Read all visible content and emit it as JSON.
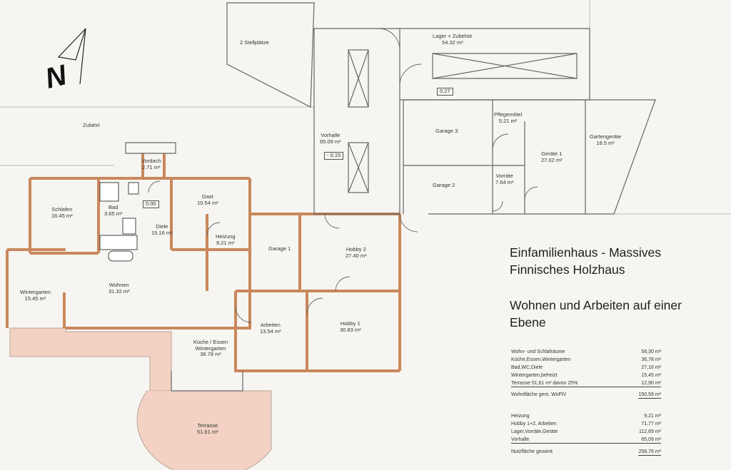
{
  "title_lines": [
    "Einfamilienhaus - Massives",
    "Finnisches Holzhaus",
    "Wohnen und Arbeiten auf einer",
    "Ebene"
  ],
  "north_label": "N",
  "drive_label": "Zufahrt",
  "rooms": [
    {
      "key": "stellplatze",
      "name": "2 Stellplätze",
      "area": ""
    },
    {
      "key": "lager",
      "name": "Lager + Zubehör",
      "area": "54.32 m²"
    },
    {
      "key": "vorhalle",
      "name": "Vorhalle",
      "area": "65.09 m²"
    },
    {
      "key": "garage3",
      "name": "Garage 3",
      "area": ""
    },
    {
      "key": "pflegemittel",
      "name": "Pflegemittel",
      "area": "5.21 m²"
    },
    {
      "key": "gartengerate",
      "name": "Gartengeräte",
      "area": "18.5 m²"
    },
    {
      "key": "gerate1",
      "name": "Geräte 1",
      "area": "27.02 m²"
    },
    {
      "key": "vorrate",
      "name": "Vorräte",
      "area": "7.64 m²"
    },
    {
      "key": "garage2",
      "name": "Garage 2",
      "area": ""
    },
    {
      "key": "vordach",
      "name": "Vordach",
      "area": "2.71 m²"
    },
    {
      "key": "schlafen",
      "name": "Schlafen",
      "area": "16.45 m²"
    },
    {
      "key": "bad",
      "name": "Bad",
      "area": "3.65 m²"
    },
    {
      "key": "gast",
      "name": "Gast",
      "area": "10.54 m²"
    },
    {
      "key": "diele",
      "name": "Diele",
      "area": "15.16 m²"
    },
    {
      "key": "heizung",
      "name": "Heizung",
      "area": "9.21 m²"
    },
    {
      "key": "garage1",
      "name": "Garage 1",
      "area": ""
    },
    {
      "key": "hobby2",
      "name": "Hobby 2",
      "area": "27.40 m²"
    },
    {
      "key": "wintergarten",
      "name": "Wintergarten",
      "area": "15.45 m²"
    },
    {
      "key": "wohnen",
      "name": "Wohnen",
      "area": "31.32 m²"
    },
    {
      "key": "arbeiten",
      "name": "Arbeiten",
      "area": "13.54 m²"
    },
    {
      "key": "hobby1",
      "name": "Hobby 1",
      "area": "30.83 m²"
    },
    {
      "key": "kuche",
      "name": "Küche / Essen Wintergarten",
      "area": "36.78 m²"
    },
    {
      "key": "terrasse",
      "name": "Terrasse",
      "area": "51.61 m²"
    }
  ],
  "level_marks": [
    "0.27",
    "- 0.15",
    "0.00"
  ],
  "summary_living": [
    {
      "label": "Wohn- und Schlafräume",
      "value": "58,30 m²"
    },
    {
      "label": "Küche,Essen,Wintergarten",
      "value": "36,78 m²"
    },
    {
      "label": "Bad,WC,Diele",
      "value": "27,16 m²"
    },
    {
      "label": "Wintergarten,beheizt",
      "value": "15,45 m²"
    },
    {
      "label": "Terrasse   51,61 m²  davon 25%",
      "value": "12,90 m²"
    }
  ],
  "summary_living_total": {
    "label": "Wohnfläche gem. WoFlV",
    "value": "150,59 m²"
  },
  "summary_usable": [
    {
      "label": "Heizung",
      "value": "9,21 m²"
    },
    {
      "label": "Hobby 1+2, Arbeiten",
      "value": "71,77 m²"
    },
    {
      "label": "Lager,Vorräte,Geräte",
      "value": "112,69 m²"
    },
    {
      "label": "Vorhalle",
      "value": "65,09 m²"
    }
  ],
  "summary_usable_total": {
    "label": "Nutzfläche gesamt",
    "value": "258,76 m²"
  }
}
